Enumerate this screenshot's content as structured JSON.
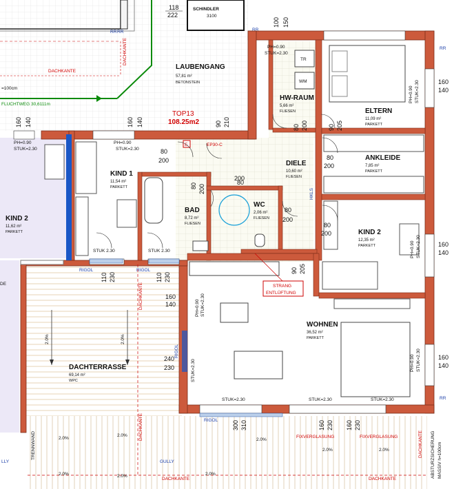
{
  "unit": {
    "code": "TOP13",
    "area": "108.25m2",
    "ep_label": "EP30-C",
    "entry_marker": "E"
  },
  "rooms": {
    "laubengang": {
      "name": "LAUBENGANG",
      "area": "57,81 m²",
      "material": "BETONSTEIN"
    },
    "hw_raum": {
      "name": "HW-RAUM",
      "area": "5,66 m²",
      "material": "FLIESEN",
      "tr": "TR",
      "wm": "WM"
    },
    "eltern": {
      "name": "ELTERN",
      "area": "11,09 m²",
      "material": "PARKETT"
    },
    "ankleide": {
      "name": "ANKLEIDE",
      "area": "7,85 m²",
      "material": "PARKETT"
    },
    "diele": {
      "name": "DIELE",
      "area": "10,60 m²",
      "material": "FLIESEN"
    },
    "kind1": {
      "name": "KIND 1",
      "area": "11,54 m²",
      "material": "PARKETT"
    },
    "bad": {
      "name": "BAD",
      "area": "8,72 m²",
      "material": "FLIESEN"
    },
    "wc": {
      "name": "WC",
      "area": "2,06 m²",
      "material": "FLIESEN"
    },
    "kind2": {
      "name": "KIND 2",
      "area": "12,35 m²",
      "material": "PARKETT"
    },
    "kind2_left": {
      "name": "KIND 2",
      "area": "11,62 m²",
      "material": "PARKETT"
    },
    "wohnen": {
      "name": "WOHNEN",
      "area": "36,52 m²",
      "material": "PARKETT"
    },
    "dachterrasse": {
      "name": "DACHTERRASSE",
      "area": "69,14 m²",
      "material": "WPC"
    }
  },
  "labels": {
    "schindler_top": "SCHINDLER",
    "schindler_num": "3100",
    "dim_118": "118",
    "dim_222": "222",
    "dachkante": "DACHKANTE",
    "fluchtweg": "FLUCHTWEG 30,6111m",
    "h100": "=100cm",
    "rr": "RR",
    "ph090": "PH=0.90",
    "stuk230": "STUK=2.30",
    "stuk_230_short": "STUK 2.30",
    "rigol": "RIGOL",
    "gully": "GULLY",
    "trennwand": "TRENNWAND",
    "fixverglasung": "FIXVERGLASUNG",
    "absturz": "ABSTURZSICHERUNG",
    "massiv": "MASSIV h=100cm",
    "strang1": "STRANG",
    "strang2": "ENTLÜFTUNG",
    "slope": "2.0%",
    "hkls": "HKLS",
    "de": "DE",
    "lly": "LLY"
  },
  "dims": {
    "d160": "160",
    "d140": "140",
    "d100": "100",
    "d150": "150",
    "d80": "80",
    "d200": "200",
    "d90": "90",
    "d205": "205",
    "d210": "210",
    "d110": "110",
    "d230": "230",
    "d240": "240",
    "d300": "300",
    "d310": "310"
  }
}
